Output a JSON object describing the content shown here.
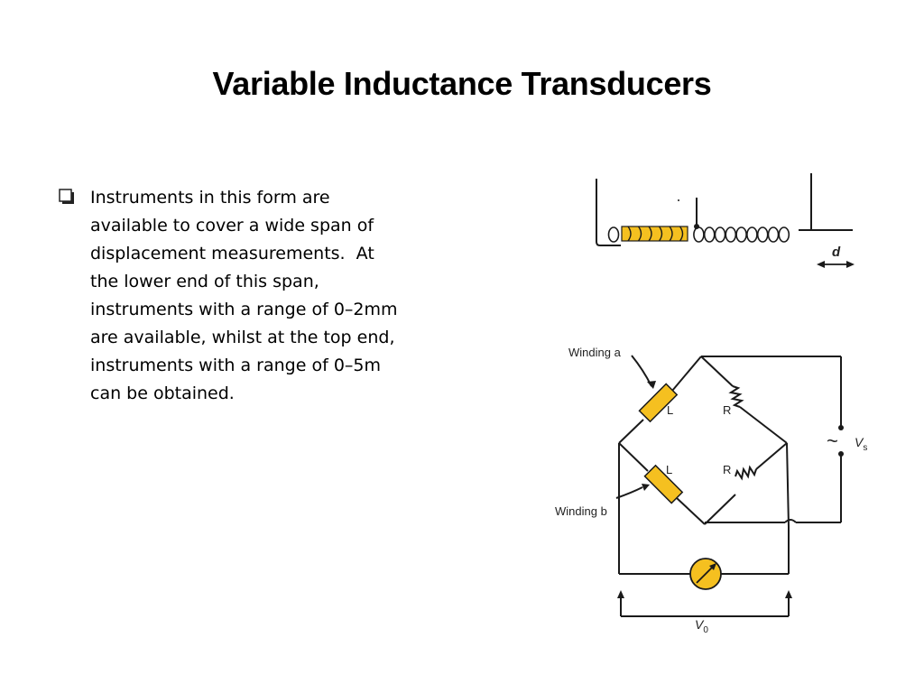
{
  "slide": {
    "title": "Variable Inductance Transducers",
    "bullet_lines": [
      "Instruments in this form are",
      "available to cover a wide span of",
      "displacement measurements.  At",
      "the lower end of this span,",
      "instruments with a range of 0–2mm",
      "are available, whilst at the top end,",
      "instruments with a range of 0–5m",
      "can be obtained."
    ]
  },
  "diagram": {
    "coil_label": "d",
    "winding_a_label": "Winding a",
    "winding_b_label": "Winding b",
    "inductor_a_label": "L",
    "inductor_b_label": "L",
    "resistor_top_label": "R",
    "resistor_bottom_label": "R",
    "supply_symbol": "~",
    "supply_label": "V",
    "supply_subscript": "s",
    "output_label": "V",
    "output_subscript": "0",
    "colors": {
      "component_fill": "#F5C020",
      "line": "#1a1a1a"
    }
  }
}
